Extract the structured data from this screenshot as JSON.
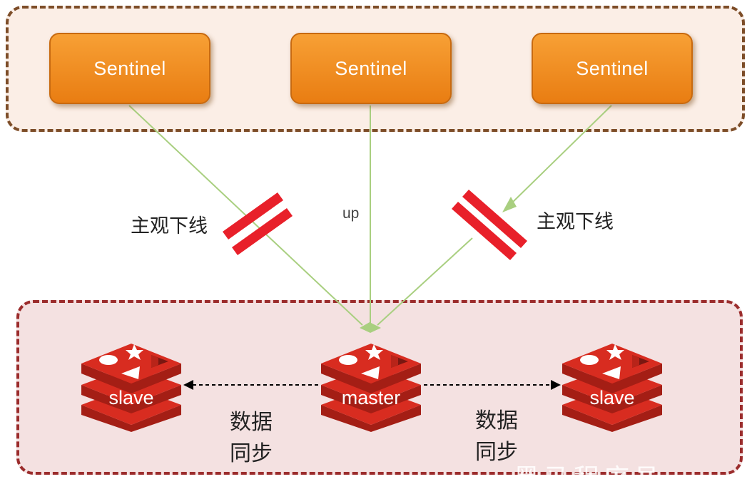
{
  "sentinels": [
    {
      "label": "Sentinel"
    },
    {
      "label": "Sentinel"
    },
    {
      "label": "Sentinel"
    }
  ],
  "links": {
    "left_label": "主观下线",
    "middle_label": "up",
    "right_label": "主观下线"
  },
  "nodes": {
    "slave_left": {
      "label": "slave"
    },
    "master": {
      "label": "master"
    },
    "slave_right": {
      "label": "slave"
    }
  },
  "sync": {
    "left_label_line1": "数据",
    "left_label_line2": "同步",
    "right_label_line1": "数据",
    "right_label_line2": "同步"
  },
  "watermark": "黑马程序员",
  "colors": {
    "sentinel_fill": "#f39223",
    "sentinel_group_border": "#7d4d28",
    "redis_group_border": "#9b2c2c",
    "link_line": "#a9cf80",
    "disconnect_mark": "#e8202a",
    "redis_red": "#d82c20"
  }
}
